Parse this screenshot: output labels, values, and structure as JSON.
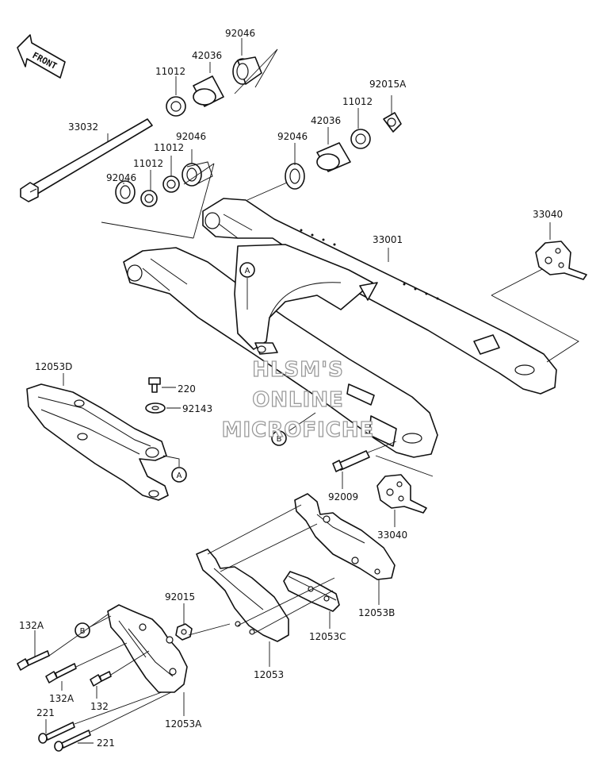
{
  "front_arrow": {
    "label": "FRONT"
  },
  "parts": {
    "p92046_top": "92046",
    "p42036_top": "42036",
    "p11012_top": "11012",
    "p92015A": "92015A",
    "p11012_right": "11012",
    "p42036_right": "42036",
    "p92046_right": "92046",
    "p33032": "33032",
    "p92046_mid": "92046",
    "p11012_mid": "11012",
    "p11012_left": "11012",
    "p92046_left": "92046",
    "p33040_top": "33040",
    "p33001": "33001",
    "p12053D": "12053D",
    "p220": "220",
    "p92143": "92143",
    "p92009": "92009",
    "p33040_bottom": "33040",
    "p92015": "92015",
    "p12053B": "12053B",
    "p12053C": "12053C",
    "p12053": "12053",
    "p12053A": "12053A",
    "p132A_top": "132A",
    "p132A_bottom": "132A",
    "p132": "132",
    "p221_top": "221",
    "p221_bottom": "221"
  },
  "callouts": {
    "a_top": "A",
    "a_bottom": "A",
    "b_top": "B",
    "b_bottom": "B"
  },
  "watermark": {
    "line1": "HLSM'S",
    "line2": "ONLINE",
    "line3": "MICROFICHE"
  }
}
